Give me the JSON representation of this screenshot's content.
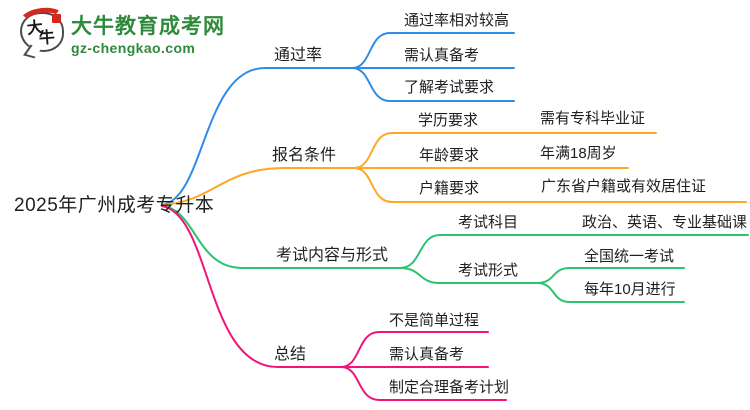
{
  "palette": {
    "blue": "#2e8de8",
    "orange": "#ffa726",
    "green": "#2ac46e",
    "pink": "#f2137b",
    "logo_green": "#2e8b3c",
    "logo_red": "#d5281e",
    "text": "#1f1f1f"
  },
  "logo": {
    "badge_char1": "大",
    "badge_char2": "牛",
    "site_name": "大牛教育成考网",
    "site_url": "gz-chengkao.com"
  },
  "root": {
    "label": "2025年广州成考专升本"
  },
  "branches": [
    {
      "label": "通过率",
      "color_key": "blue",
      "children": [
        {
          "label": "通过率相对较高"
        },
        {
          "label": "需认真备考"
        },
        {
          "label": "了解考试要求"
        }
      ]
    },
    {
      "label": "报名条件",
      "color_key": "orange",
      "children": [
        {
          "label": "学历要求",
          "children": [
            {
              "label": "需有专科毕业证"
            }
          ]
        },
        {
          "label": "年龄要求",
          "children": [
            {
              "label": "年满18周岁"
            }
          ]
        },
        {
          "label": "户籍要求",
          "children": [
            {
              "label": "广东省户籍或有效居住证"
            }
          ]
        }
      ]
    },
    {
      "label": "考试内容与形式",
      "color_key": "green",
      "children": [
        {
          "label": "考试科目",
          "children": [
            {
              "label": "政治、英语、专业基础课"
            }
          ]
        },
        {
          "label": "考试形式",
          "children": [
            {
              "label": "全国统一考试"
            },
            {
              "label": "每年10月进行"
            }
          ]
        }
      ]
    },
    {
      "label": "总结",
      "color_key": "pink",
      "children": [
        {
          "label": "不是简单过程"
        },
        {
          "label": "需认真备考"
        },
        {
          "label": "制定合理备考计划"
        }
      ]
    }
  ]
}
